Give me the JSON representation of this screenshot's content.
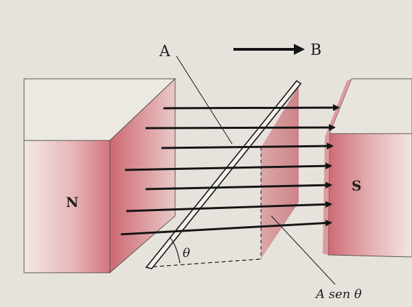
{
  "labels": {
    "area": "A",
    "field": "B",
    "north_pole": "N",
    "south_pole": "S",
    "angle": "θ",
    "projected_area": "A sen θ"
  },
  "colors": {
    "paper": "#e6e3dc",
    "magnet_face": "#d47f86",
    "magnet_light": "#f1e4e2",
    "ink": "#141414",
    "plane": "#d9a3a3"
  },
  "field_line_count": 7
}
